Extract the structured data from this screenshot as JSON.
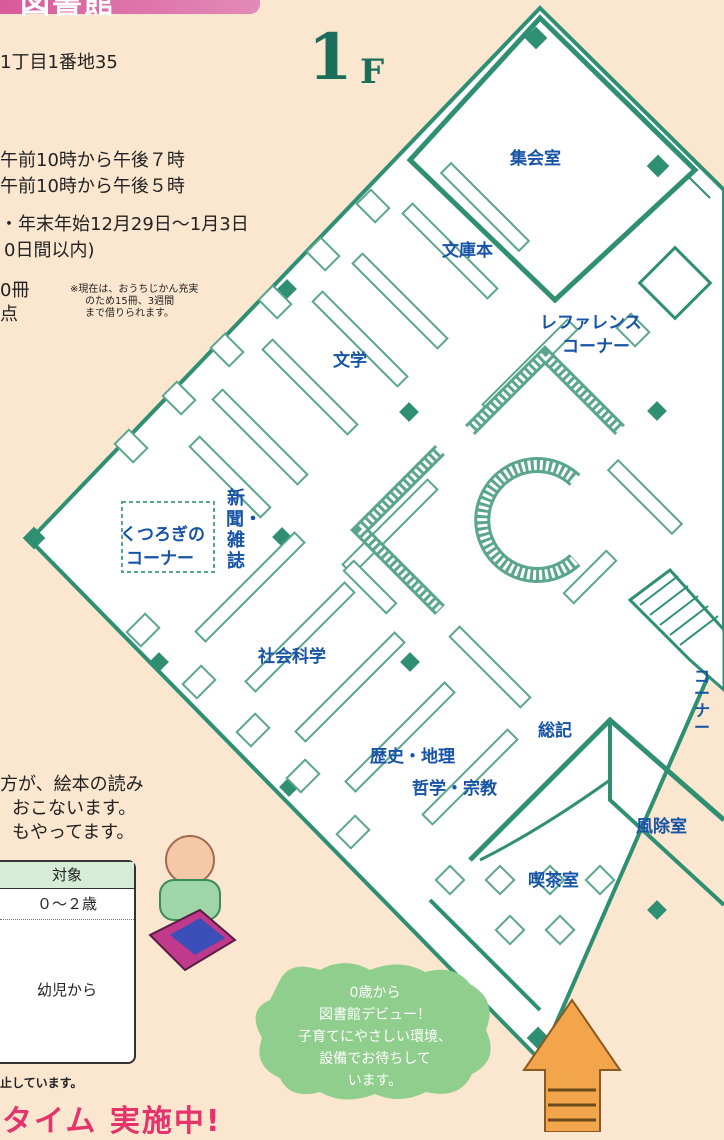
{
  "header": {
    "title_fragment": "図書館"
  },
  "floor": {
    "number": "1",
    "unit": "F"
  },
  "info": {
    "address": "1丁目1番地35",
    "hours_1": "午前10時から午後７時",
    "hours_2": "午前10時から午後５時",
    "closed": "・年末年始12月29日～1月3日",
    "period": "0日間以内)",
    "limit_num": "0冊",
    "limit_items": "点",
    "limit_note": [
      "※現在は、おうちじかん充実",
      "のため15冊、3週間",
      "まで借りられます。"
    ]
  },
  "rooms": {
    "meeting_room": "集会室",
    "bunko": "文庫本",
    "reference": [
      "レファレンス",
      "コーナー"
    ],
    "literature": "文学",
    "kutsurogi": [
      "くつろぎの",
      "コーナー"
    ],
    "newspaper_magazine": "新聞・雑誌",
    "social_science": "社会科学",
    "general": "総記",
    "history_geography": "歴史・地理",
    "philosophy_religion": "哲学・宗教",
    "windbreak_room": "風除室",
    "cafe": "喫茶室",
    "side_corner": "コーナー"
  },
  "story": {
    "line1": "方が、絵本の読み",
    "line2": "おこないます。",
    "line3": "もやってます。"
  },
  "table": {
    "header": "対象",
    "row1": "０～２歳",
    "row2": "幼児から"
  },
  "footnote": "止しています。",
  "bubble": {
    "lines": [
      "0歳から",
      "図書館デビュー！",
      "子育てにやさしい環境、",
      "設備でお待ちして",
      "います。"
    ]
  },
  "banner": "タイム 実施中!",
  "colors": {
    "wall": "#2f8f73",
    "shelf": "#5aa68c",
    "label": "#1753a6",
    "floor": "#ffffff",
    "bubble": "#8fce8c"
  }
}
